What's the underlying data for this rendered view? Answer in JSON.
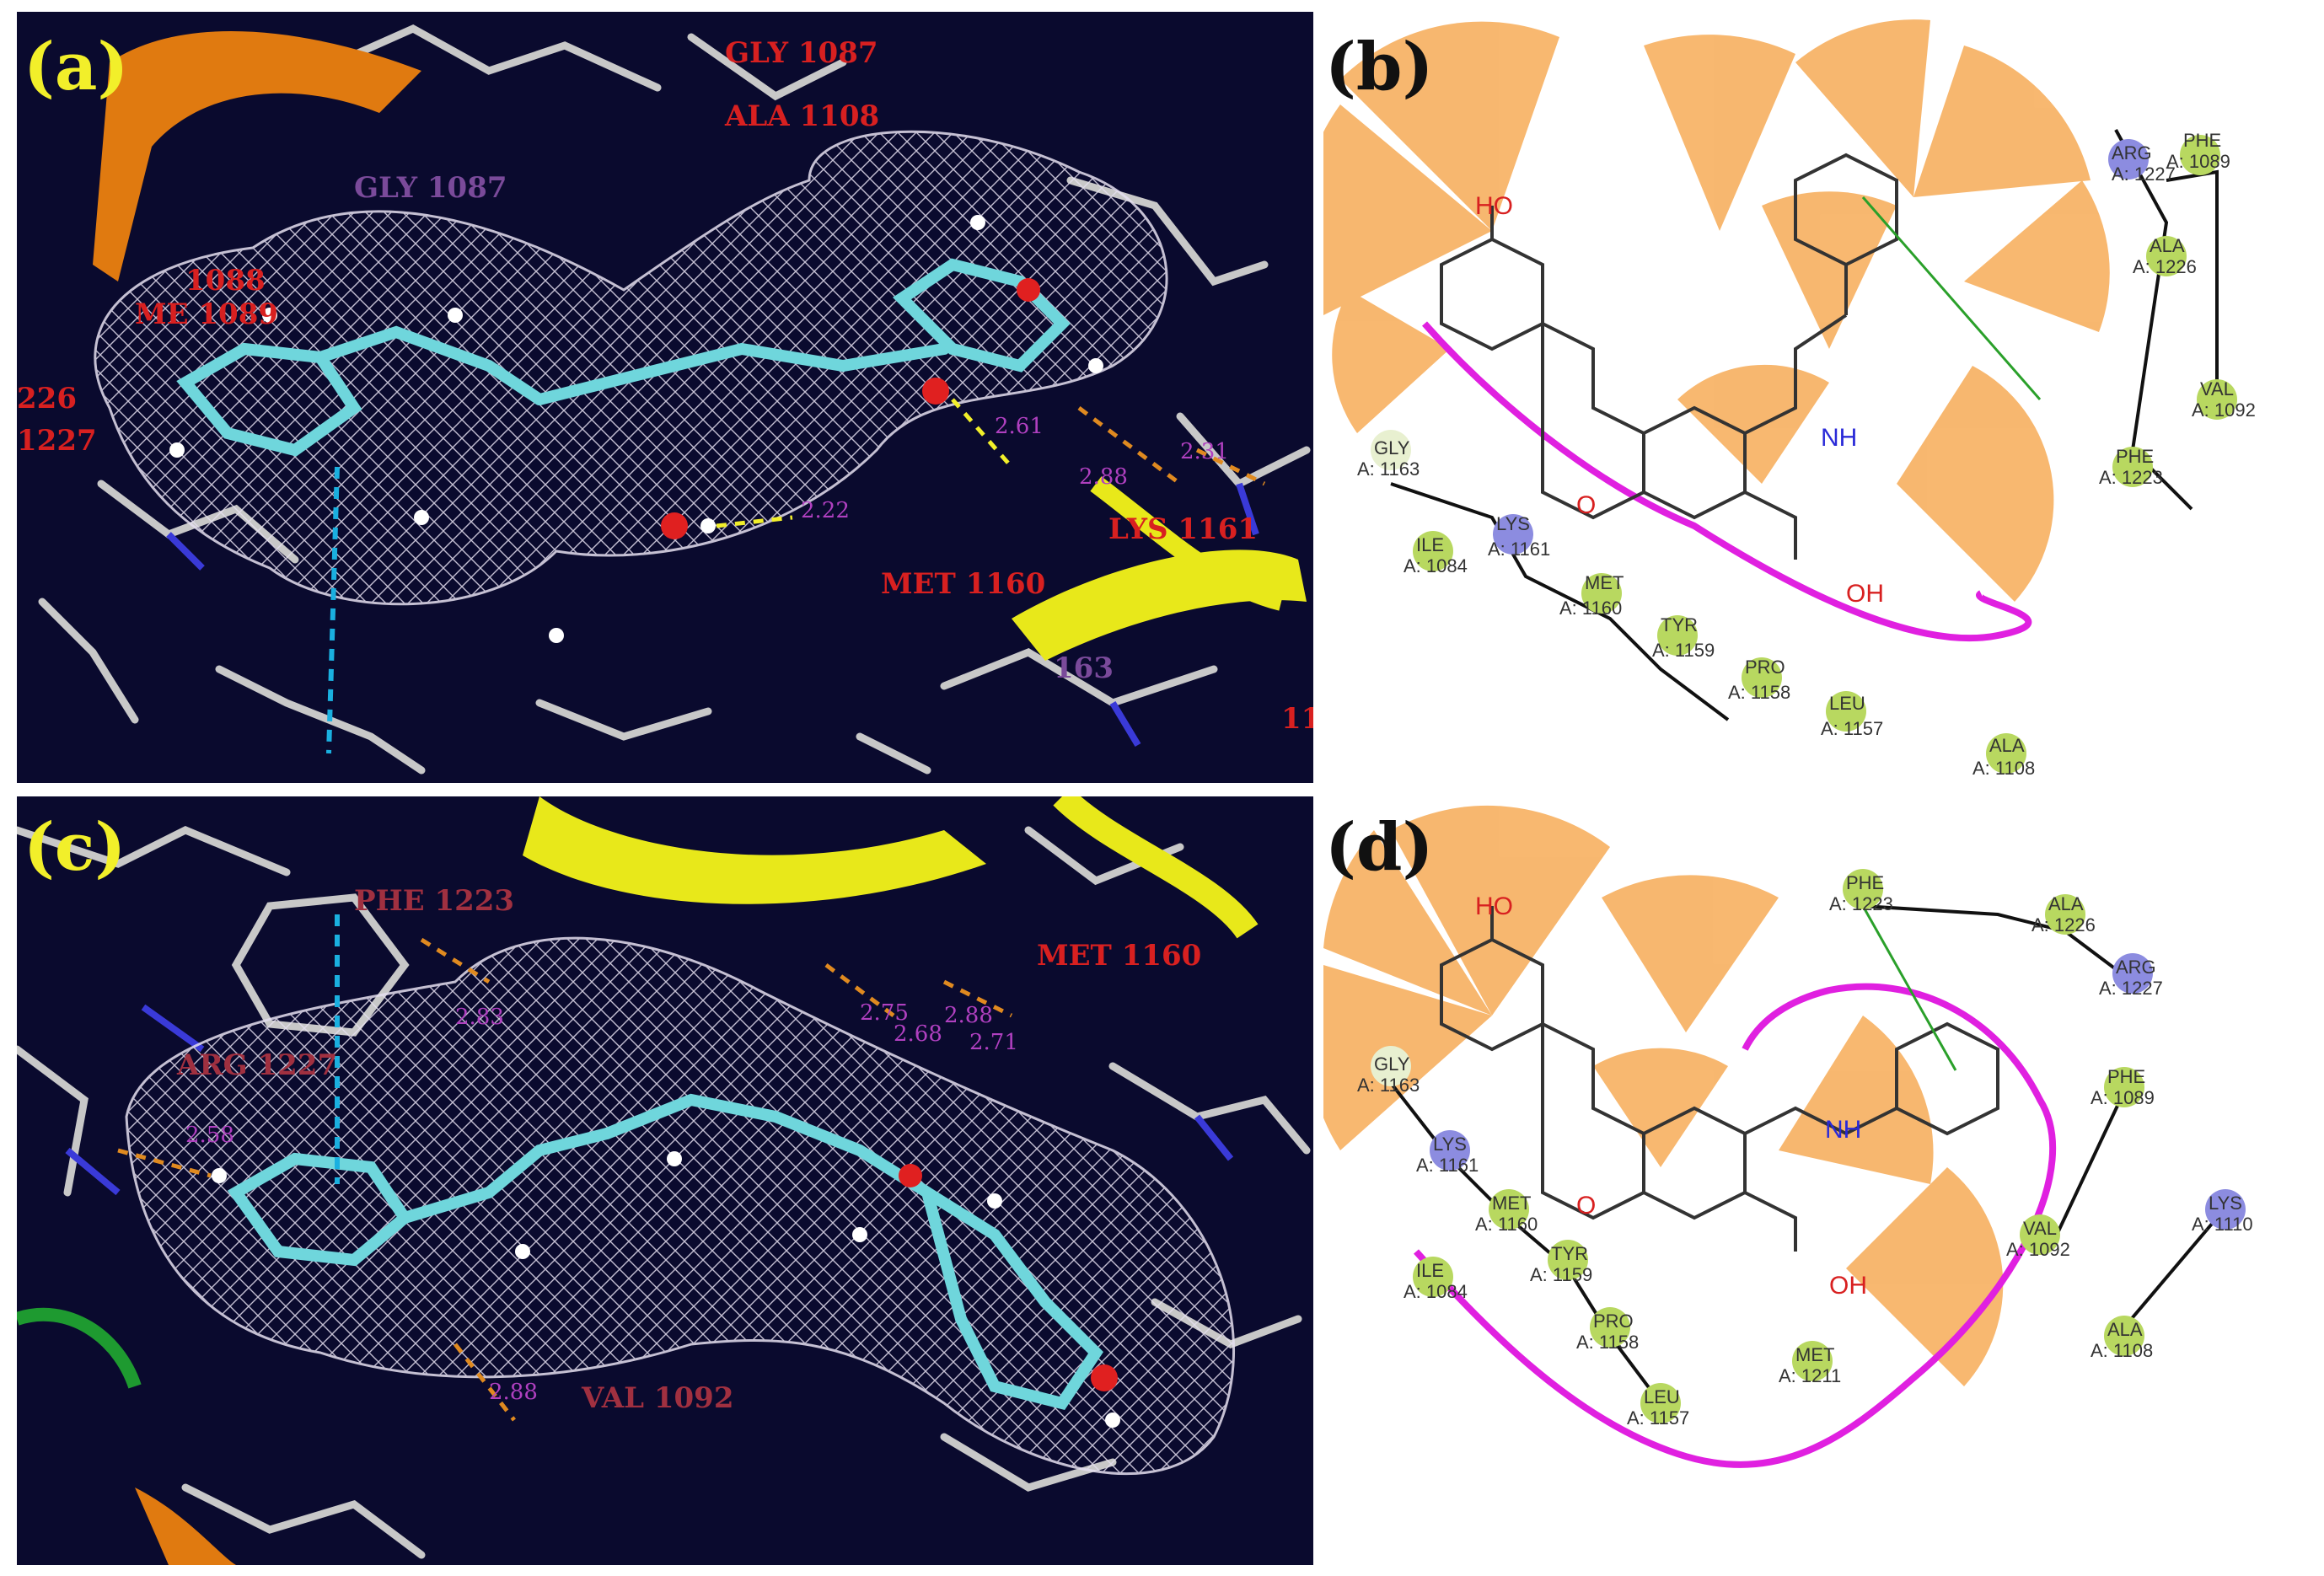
{
  "colors": {
    "background_3d": "#0a0a2e",
    "mesh": "#e6e0f0",
    "ligand_carbon": "#6fd6dc",
    "ligand_oxygen": "#e02020",
    "helix_yellow": "#e8e81a",
    "strand_orange": "#e07a10",
    "hbond_orange": "#e08a20",
    "hbond_yellow": "#f2ef2a",
    "pi_cyan": "#1ab0e0",
    "residue_label_red": "#d82020",
    "pocket_magenta": "#e020e0",
    "hydrophobic_orange": "#f5a040",
    "pi_green": "#2aa02a",
    "residue_green": "#b8d860",
    "residue_blue": "#8c8ce0"
  },
  "panels": {
    "a": {
      "label": "(a)",
      "residue_labels": [
        "GLY 1087",
        "ALA 1108",
        "GLY 1087",
        "1088",
        "ME 1089",
        "226",
        "1227",
        "LYS 1161",
        "MET 1160",
        "163",
        "11"
      ],
      "distance_labels": [
        "2.22",
        "2.61",
        "2.88",
        "2.31"
      ]
    },
    "b": {
      "label": "(b)",
      "atom_labels": [
        "HO",
        "O",
        "NH",
        "OH"
      ],
      "residues": [
        {
          "name": "ARG",
          "id": "A: 1227",
          "type": "basic"
        },
        {
          "name": "PHE",
          "id": "A: 1089",
          "type": "hydrophobic"
        },
        {
          "name": "ALA",
          "id": "A: 1226",
          "type": "hydrophobic"
        },
        {
          "name": "VAL",
          "id": "A: 1092",
          "type": "hydrophobic"
        },
        {
          "name": "PHE",
          "id": "A: 1223",
          "type": "hydrophobic"
        },
        {
          "name": "GLY",
          "id": "A: 1163",
          "type": "glycine"
        },
        {
          "name": "ILE",
          "id": "A: 1084",
          "type": "hydrophobic"
        },
        {
          "name": "LYS",
          "id": "A: 1161",
          "type": "basic"
        },
        {
          "name": "MET",
          "id": "A: 1160",
          "type": "hydrophobic"
        },
        {
          "name": "TYR",
          "id": "A: 1159",
          "type": "hydrophobic"
        },
        {
          "name": "PRO",
          "id": "A: 1158",
          "type": "hydrophobic"
        },
        {
          "name": "LEU",
          "id": "A: 1157",
          "type": "hydrophobic"
        },
        {
          "name": "ALA",
          "id": "A: 1108",
          "type": "hydrophobic"
        }
      ]
    },
    "c": {
      "label": "(c)",
      "residue_labels": [
        "PHE 1223",
        "ARG 1227",
        "MET 1160",
        "VAL 1092"
      ],
      "distance_labels": [
        "2.83",
        "2.58",
        "2.75",
        "2.68",
        "2.88",
        "2.71",
        "2.88"
      ]
    },
    "d": {
      "label": "(d)",
      "atom_labels": [
        "HO",
        "O",
        "NH",
        "OH"
      ],
      "residues": [
        {
          "name": "PHE",
          "id": "A: 1223",
          "type": "hydrophobic"
        },
        {
          "name": "ALA",
          "id": "A: 1226",
          "type": "hydrophobic"
        },
        {
          "name": "ARG",
          "id": "A: 1227",
          "type": "basic"
        },
        {
          "name": "PHE",
          "id": "A: 1089",
          "type": "hydrophobic"
        },
        {
          "name": "GLY",
          "id": "A: 1163",
          "type": "glycine"
        },
        {
          "name": "LYS",
          "id": "A: 1161",
          "type": "basic"
        },
        {
          "name": "MET",
          "id": "A: 1160",
          "type": "hydrophobic"
        },
        {
          "name": "ILE",
          "id": "A: 1084",
          "type": "hydrophobic"
        },
        {
          "name": "TYR",
          "id": "A: 1159",
          "type": "hydrophobic"
        },
        {
          "name": "PRO",
          "id": "A: 1158",
          "type": "hydrophobic"
        },
        {
          "name": "LEU",
          "id": "A: 1157",
          "type": "hydrophobic"
        },
        {
          "name": "MET",
          "id": "A: 1211",
          "type": "hydrophobic"
        },
        {
          "name": "VAL",
          "id": "A: 1092",
          "type": "hydrophobic"
        },
        {
          "name": "LYS",
          "id": "A: 1110",
          "type": "basic"
        },
        {
          "name": "ALA",
          "id": "A: 1108",
          "type": "hydrophobic"
        }
      ]
    }
  }
}
